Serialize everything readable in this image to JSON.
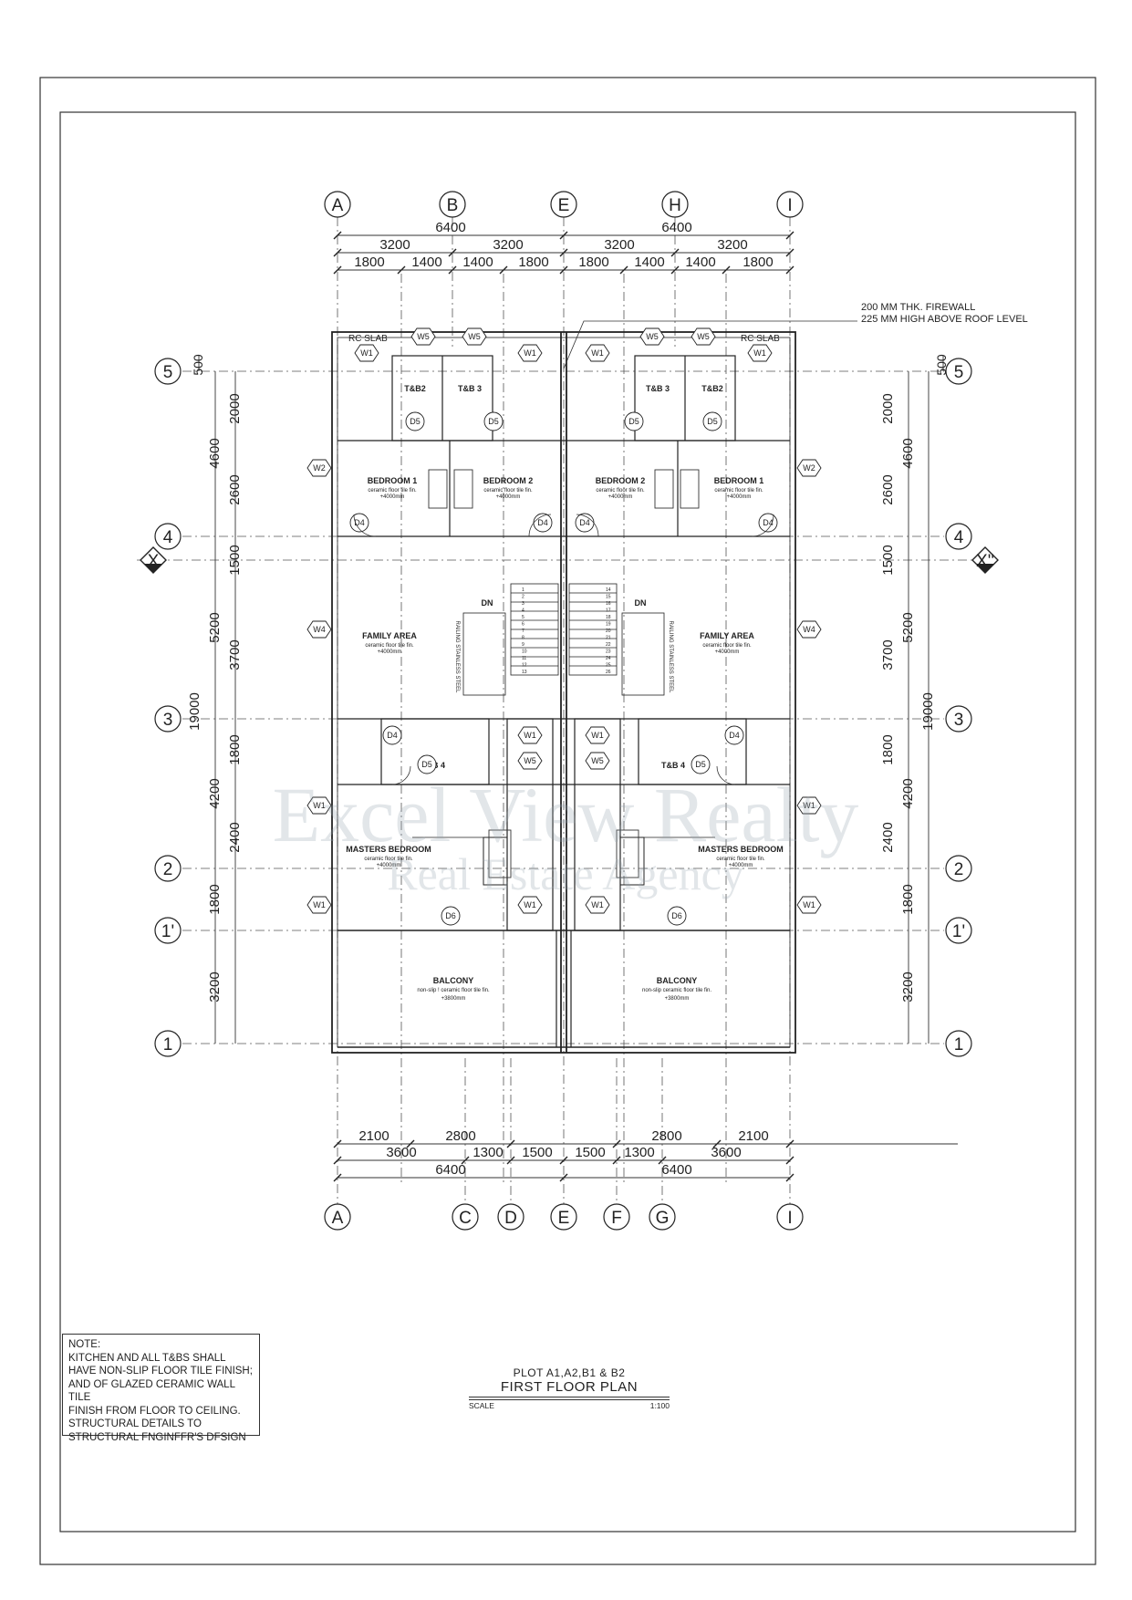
{
  "grid_top": [
    "A",
    "B",
    "E",
    "H",
    "I"
  ],
  "grid_bottom": [
    "A",
    "C",
    "D",
    "E",
    "F",
    "G",
    "I"
  ],
  "grid_rows": [
    "5",
    "4",
    "3",
    "2",
    "1'",
    "1"
  ],
  "dims": {
    "top_total": [
      "6400",
      "6400"
    ],
    "top_half": [
      "3200",
      "3200",
      "3200",
      "3200"
    ],
    "top_sub": [
      "1800",
      "1400",
      "1400",
      "1800",
      "1800",
      "1400",
      "1400",
      "1800"
    ],
    "bottom_a": [
      "2100",
      "2800",
      "2800",
      "2100"
    ],
    "bottom_b": [
      "3600",
      "1300",
      "1500",
      "1500",
      "1300",
      "3600"
    ],
    "bottom_total": [
      "6400",
      "6400"
    ],
    "left_outer": [
      "4600",
      "5200",
      "19000",
      "4200",
      "1800",
      "3200"
    ],
    "left_inner": [
      "2000",
      "2600",
      "1500",
      "3700",
      "1800",
      "2400"
    ],
    "offset": "500"
  },
  "section_markers": [
    "X",
    "X''"
  ],
  "firewall_note": [
    "200 MM THK. FIREWALL",
    "225 MM HIGH ABOVE ROOF LEVEL"
  ],
  "rooms": {
    "bedroom_1": "BEDROOM 1",
    "bedroom_2": "BEDROOM 2",
    "family_area": "FAMILY AREA",
    "masters_bedroom": "MASTERS BEDROOM",
    "balcony": "BALCONY",
    "tb2": "T&B2",
    "tb3": "T&B 3",
    "tb3_right": "T&B 3",
    "tb4": "T&B 4",
    "rc_slab": "RC SLAB",
    "dn": "DN",
    "finish": "ceramic floor tile fin.",
    "level_4000": "+4000mm",
    "balcony_finish_l": "non-slip ! ceramic floor tile fin.",
    "balcony_finish_r": "non-slip ceramic floor tile fin.",
    "level_3800": "+3800mm",
    "railing": "RAILING STAINLESS STEEL"
  },
  "tags": {
    "w1": "W1",
    "w2": "W2",
    "w4": "W4",
    "w5": "W5",
    "d4": "D4",
    "d5": "D5",
    "d6": "D6"
  },
  "stair_steps_left": [
    "1",
    "2",
    "3",
    "4",
    "5",
    "6",
    "7",
    "8",
    "9",
    "10",
    "11",
    "12",
    "13"
  ],
  "stair_steps_right": [
    "14",
    "15",
    "16",
    "17",
    "18",
    "19",
    "20",
    "21",
    "22",
    "23",
    "24",
    "25",
    "26"
  ],
  "note": {
    "lines": [
      "NOTE:",
      "KITCHEN AND ALL T&Bs SHALL",
      "HAVE NON-SLIP FLOOR TILE FINISH;",
      "AND OF GLAZED CERAMIC WALL TILE",
      "FINISH FROM FLOOR TO CEILING.",
      "STRUCTURAL DETAILS TO",
      "STRUCTURAL FNGINFFR'S DFSIGN"
    ]
  },
  "title": {
    "plot": "PLOT A1,A2,B1 & B2",
    "name": "FIRST FLOOR PLAN",
    "scale_label": "SCALE",
    "scale_value": "1:100"
  },
  "watermark": [
    "Excel View Realty",
    "Real Estate Agency"
  ]
}
